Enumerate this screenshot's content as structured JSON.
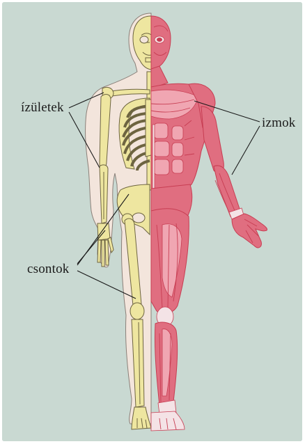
{
  "labels": {
    "joints": "ízületek",
    "muscles": "izmok",
    "bones": "csontok"
  },
  "colors": {
    "background": "#c9d9d2",
    "skin": "#f3e5dc",
    "bone": "#eee6a0",
    "bone_outline": "#6d6440",
    "muscle": "#e06e80",
    "muscle_dark": "#c73d52",
    "muscle_light": "#f0a6b2",
    "tendon": "#f4e3e6",
    "leader_line": "#1a1a1a"
  }
}
